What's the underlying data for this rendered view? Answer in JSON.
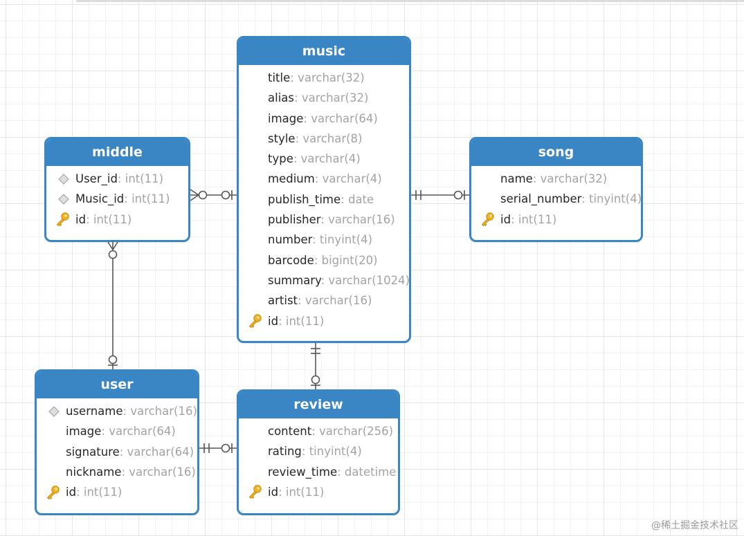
{
  "entities": {
    "music": {
      "title": "music",
      "fields": [
        {
          "name": "title",
          "type": "varchar(32)",
          "icon": null
        },
        {
          "name": "alias",
          "type": "varchar(32)",
          "icon": null
        },
        {
          "name": "image",
          "type": "varchar(64)",
          "icon": null
        },
        {
          "name": "style",
          "type": "varchar(8)",
          "icon": null
        },
        {
          "name": "type",
          "type": "varchar(4)",
          "icon": null
        },
        {
          "name": "medium",
          "type": "varchar(4)",
          "icon": null
        },
        {
          "name": "publish_time",
          "type": "date",
          "icon": null
        },
        {
          "name": "publisher",
          "type": "varchar(16)",
          "icon": null
        },
        {
          "name": "number",
          "type": "tinyint(4)",
          "icon": null
        },
        {
          "name": "barcode",
          "type": "bigint(20)",
          "icon": null
        },
        {
          "name": "summary",
          "type": "varchar(1024)",
          "icon": null
        },
        {
          "name": "artist",
          "type": "varchar(16)",
          "icon": null
        },
        {
          "name": "id",
          "type": "int(11)",
          "icon": "primary-key-icon"
        }
      ]
    },
    "middle": {
      "title": "middle",
      "fields": [
        {
          "name": "User_id",
          "type": "int(11)",
          "icon": "foreign-key-diamond-icon"
        },
        {
          "name": "Music_id",
          "type": "int(11)",
          "icon": "foreign-key-diamond-icon"
        },
        {
          "name": "id",
          "type": "int(11)",
          "icon": "primary-key-icon"
        }
      ]
    },
    "song": {
      "title": "song",
      "fields": [
        {
          "name": "name",
          "type": "varchar(32)",
          "icon": null
        },
        {
          "name": "serial_number",
          "type": "tinyint(4)",
          "icon": null
        },
        {
          "name": "id",
          "type": "int(11)",
          "icon": "primary-key-icon"
        }
      ]
    },
    "user": {
      "title": "user",
      "fields": [
        {
          "name": "username",
          "type": "varchar(16)",
          "icon": "foreign-key-diamond-icon"
        },
        {
          "name": "image",
          "type": "varchar(64)",
          "icon": null
        },
        {
          "name": "signature",
          "type": "varchar(64)",
          "icon": null
        },
        {
          "name": "nickname",
          "type": "varchar(16)",
          "icon": null
        },
        {
          "name": "id",
          "type": "int(11)",
          "icon": "primary-key-icon"
        }
      ]
    },
    "review": {
      "title": "review",
      "fields": [
        {
          "name": "content",
          "type": "varchar(256)",
          "icon": null
        },
        {
          "name": "rating",
          "type": "tinyint(4)",
          "icon": null
        },
        {
          "name": "review_time",
          "type": "datetime",
          "icon": null
        },
        {
          "name": "id",
          "type": "int(11)",
          "icon": "primary-key-icon"
        }
      ]
    }
  },
  "relationships": [
    {
      "from": "middle",
      "to": "music",
      "from_cardinality": "zero-or-many",
      "to_cardinality": "zero-or-one"
    },
    {
      "from": "music",
      "to": "song",
      "from_cardinality": "exactly-one",
      "to_cardinality": "zero-or-one"
    },
    {
      "from": "middle",
      "to": "user",
      "from_cardinality": "zero-or-many",
      "to_cardinality": "zero-or-one"
    },
    {
      "from": "music",
      "to": "review",
      "from_cardinality": "exactly-one",
      "to_cardinality": "zero-or-one"
    },
    {
      "from": "user",
      "to": "review",
      "from_cardinality": "exactly-one",
      "to_cardinality": "zero-or-one"
    }
  ],
  "colors": {
    "header": "#3a86c4",
    "field_type": "#a3a3a3",
    "key": "#f0b323",
    "line": "#555555"
  },
  "watermark": "@稀土掘金技术社区"
}
